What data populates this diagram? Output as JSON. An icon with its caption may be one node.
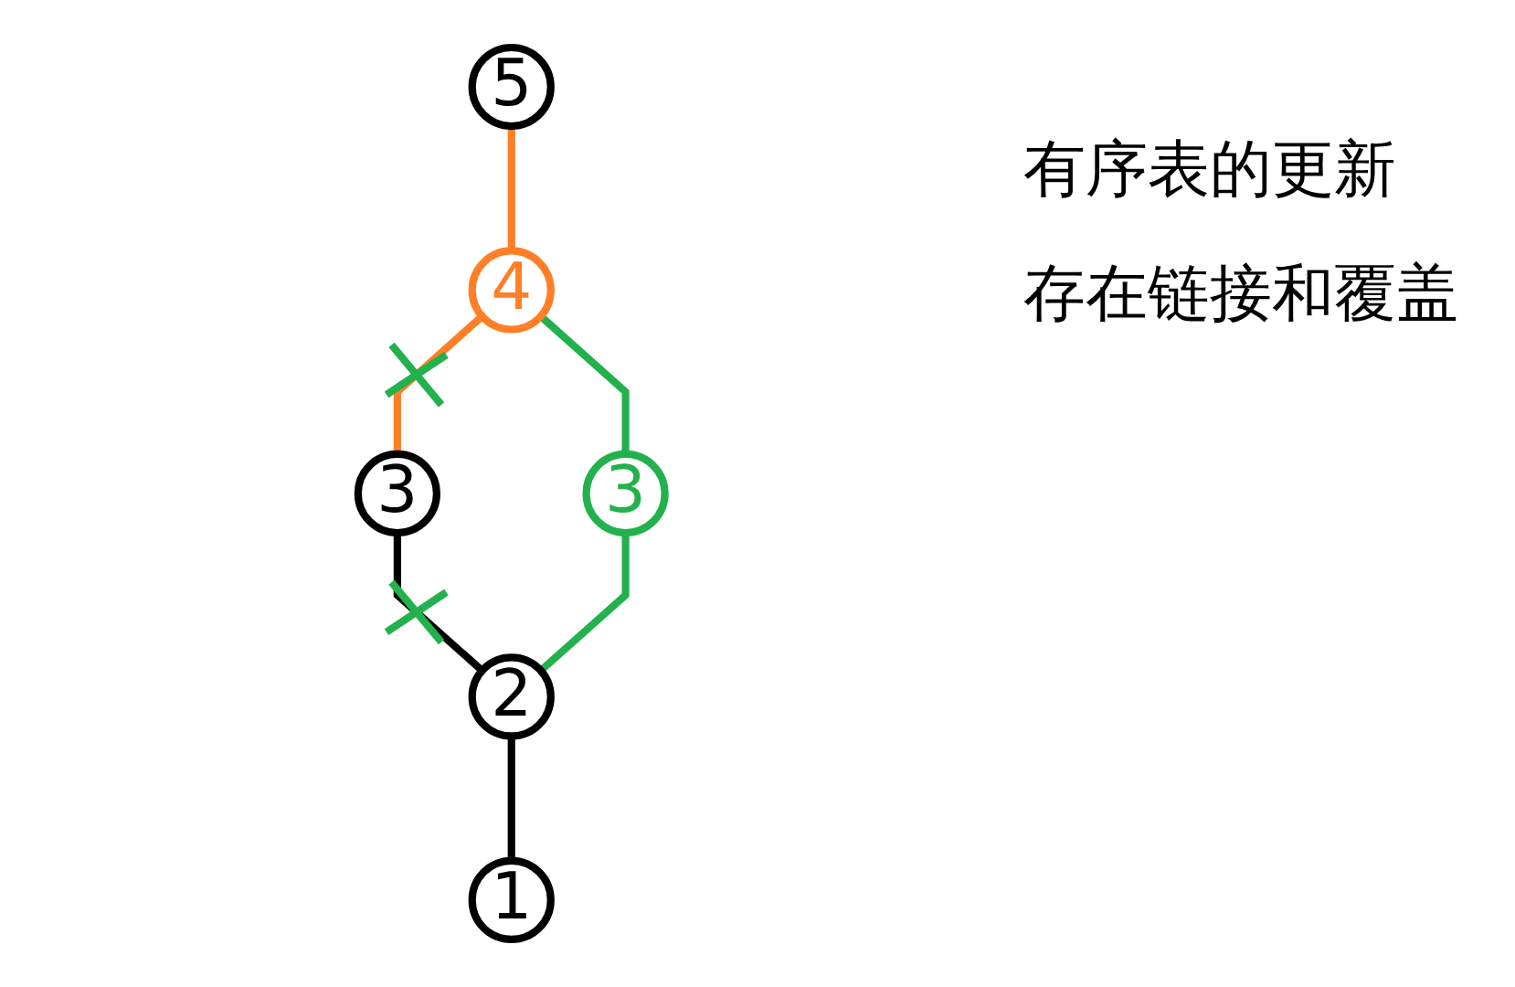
{
  "diagram": {
    "nodes": [
      {
        "text": [
          "5"
        ]
      },
      {
        "text": [
          "4"
        ]
      },
      {
        "text": [
          "3"
        ]
      },
      {
        "text": [
          "3"
        ]
      },
      {
        "text": [
          "2"
        ]
      },
      {
        "text": [
          "1"
        ]
      }
    ],
    "edges": [
      {
        "from": 0,
        "to": 1,
        "arrow": "none",
        "color": "#ff7f27"
      },
      {
        "from": 1,
        "to": 2,
        "arrow": "none",
        "color": "#22b14c"
      },
      {
        "from": 1,
        "to": 3,
        "arrow": "none",
        "color": "#ff7f27"
      },
      {
        "from": 3,
        "to": 4,
        "arrow": "none",
        "color": "#000000"
      },
      {
        "from": 2,
        "to": 4,
        "arrow": "none",
        "color": "#22b14c"
      },
      {
        "from": 4,
        "to": 5,
        "arrow": "none",
        "color": "#000000"
      }
    ],
    "labels": [
      "有序表的更新",
      "存在链接和覆盖"
    ]
  }
}
